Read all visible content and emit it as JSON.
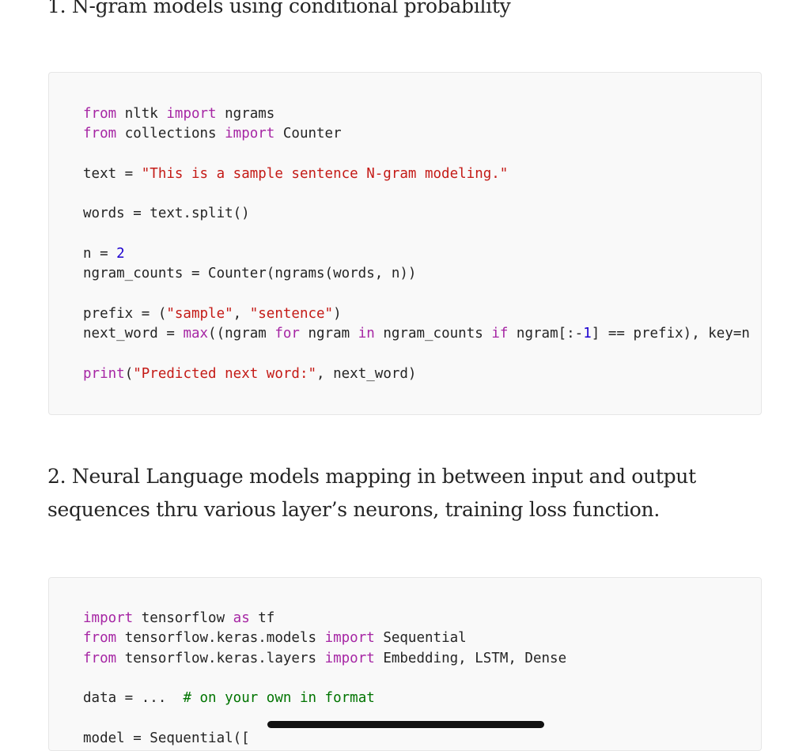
{
  "section1": {
    "heading": "1.  N-gram models using conditional probability"
  },
  "code1": {
    "l1a": "from",
    "l1b": " nltk ",
    "l1c": "import",
    "l1d": " ngrams",
    "l2a": "from",
    "l2b": " collections ",
    "l2c": "import",
    "l2d": " Counter",
    "l3a": "text = ",
    "l3b": "\"This is a sample sentence N-gram modeling.\"",
    "l4": "words = text.split()",
    "l5a": "n = ",
    "l5b": "2",
    "l6": "ngram_counts = Counter(ngrams(words, n))",
    "l7a": "prefix = (",
    "l7b": "\"sample\"",
    "l7c": ", ",
    "l7d": "\"sentence\"",
    "l7e": ")",
    "l8a": "next_word = ",
    "l8b": "max",
    "l8c": "((ngram ",
    "l8d": "for",
    "l8e": " ngram ",
    "l8f": "in",
    "l8g": " ngram_counts ",
    "l8h": "if",
    "l8i": " ngram[:-",
    "l8j": "1",
    "l8k": "] == prefix), key=n",
    "l9a": "print",
    "l9b": "(",
    "l9c": "\"Predicted next word:\"",
    "l9d": ", next_word)"
  },
  "section2": {
    "heading": "2. Neural Language models mapping in between input and output sequences thru various layer’s neurons, training loss function."
  },
  "code2": {
    "l1a": "import",
    "l1b": " tensorflow ",
    "l1c": "as",
    "l1d": " tf",
    "l2a": "from",
    "l2b": " tensorflow.keras.models ",
    "l2c": "import",
    "l2d": " Sequential",
    "l3a": "from",
    "l3b": " tensorflow.keras.layers ",
    "l3c": "import",
    "l3d": " Embedding, LSTM, Dense",
    "l4a": "data = ...  ",
    "l4b": "# on your own in format",
    "l5": "model = Sequential(["
  }
}
